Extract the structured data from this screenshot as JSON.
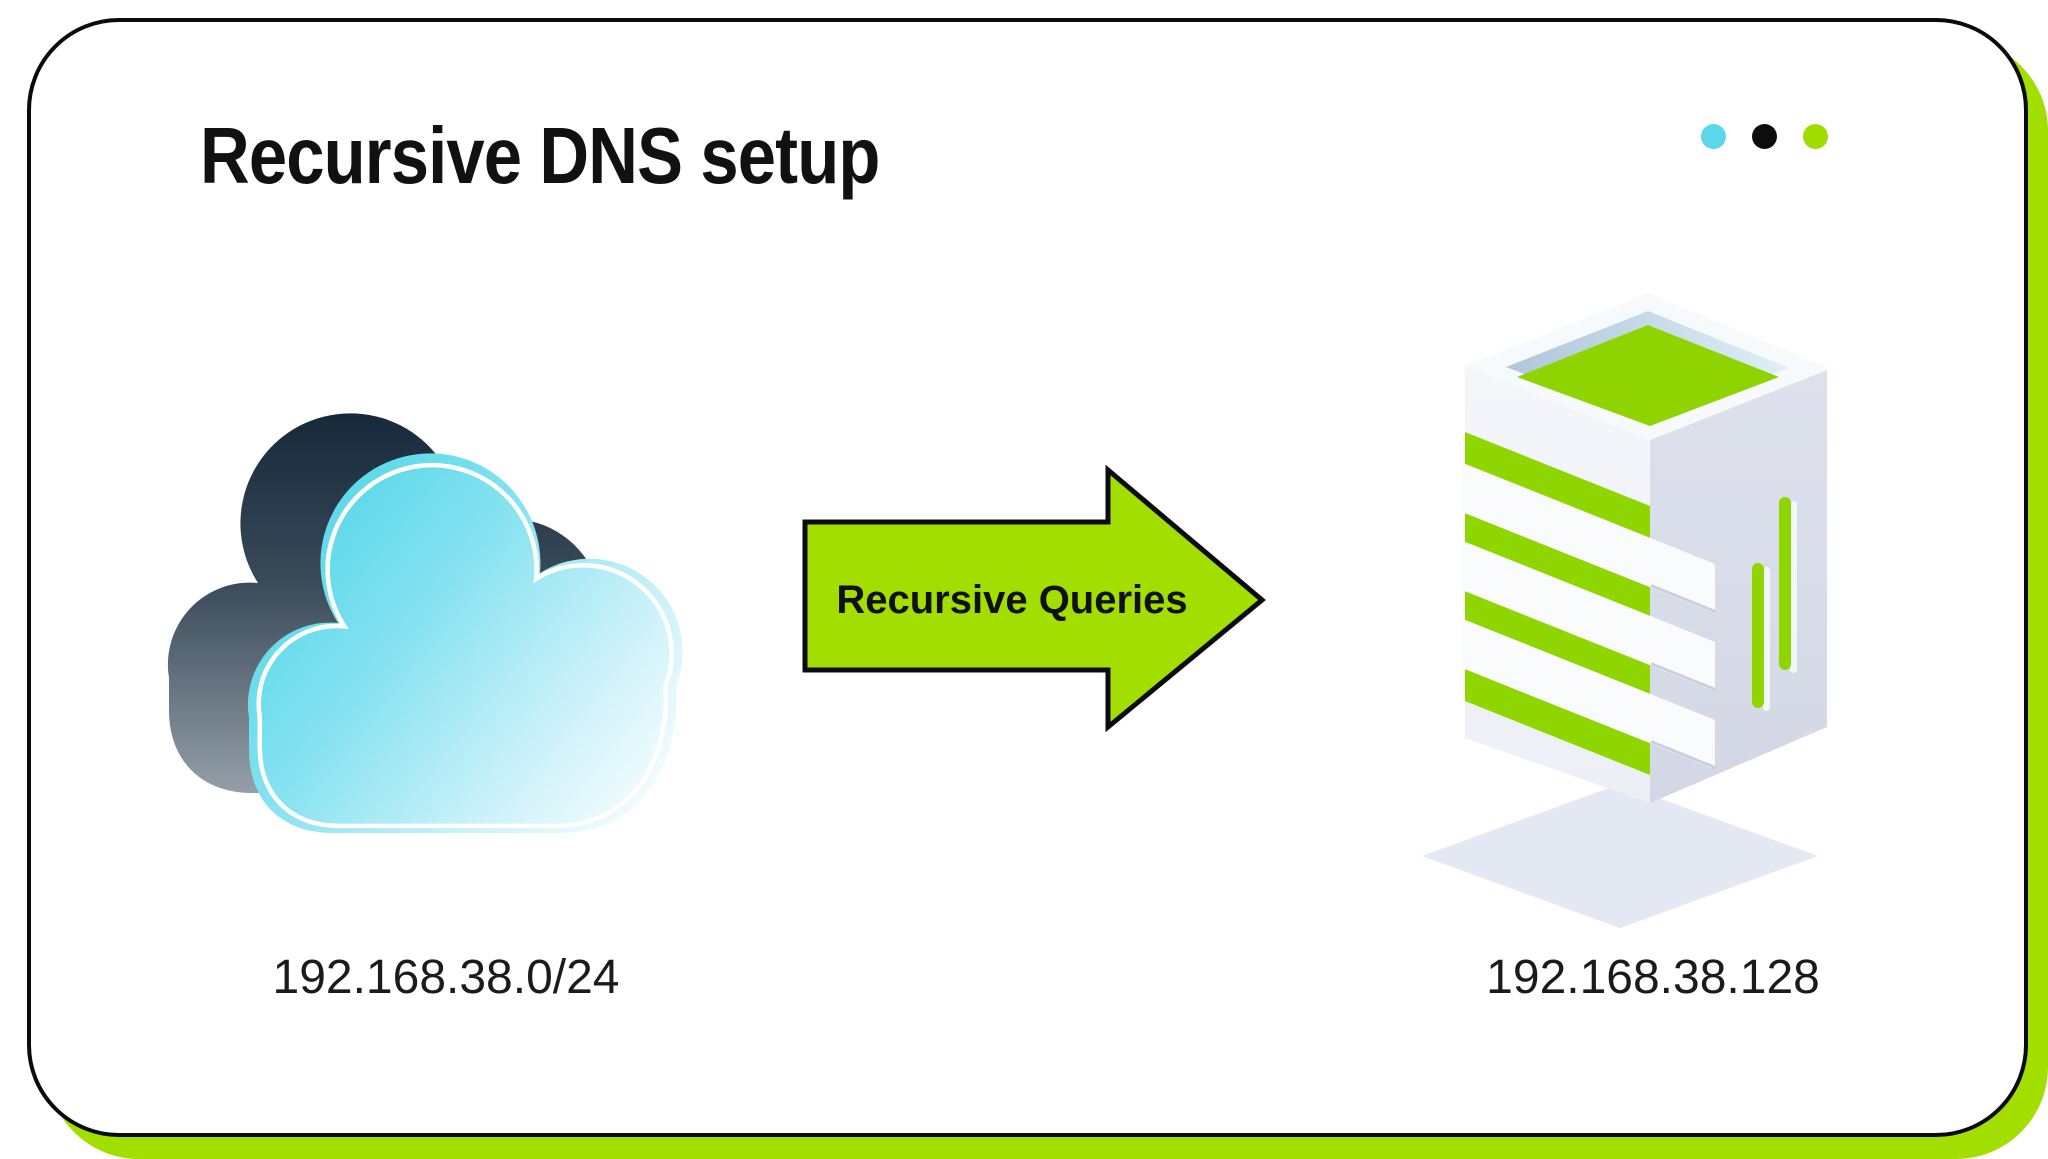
{
  "diagram": {
    "title": "Recursive DNS setup",
    "type": "network-diagram"
  },
  "window_dots": [
    {
      "name": "cyan-dot",
      "color": "#5BD6EA"
    },
    {
      "name": "black-dot",
      "color": "#0D0D0D"
    },
    {
      "name": "green-dot",
      "color": "#A0DC00"
    }
  ],
  "nodes": {
    "client_network": {
      "icon": "cloud-3d-icon",
      "label": "192.168.38.0/24"
    },
    "dns_server": {
      "icon": "server-3d-icon",
      "label": "192.168.38.128"
    }
  },
  "link": {
    "label": "Recursive Queries",
    "shape": "block-arrow",
    "direction": "right"
  },
  "colors": {
    "accent_lime": "#A2DE00",
    "server_lime": "#8FD600",
    "cloud_cyan": "#4AD5E8",
    "cloud_back_dark": "#16293A",
    "card_border": "#0B0B0B",
    "card_bg": "#FFFFFF"
  }
}
